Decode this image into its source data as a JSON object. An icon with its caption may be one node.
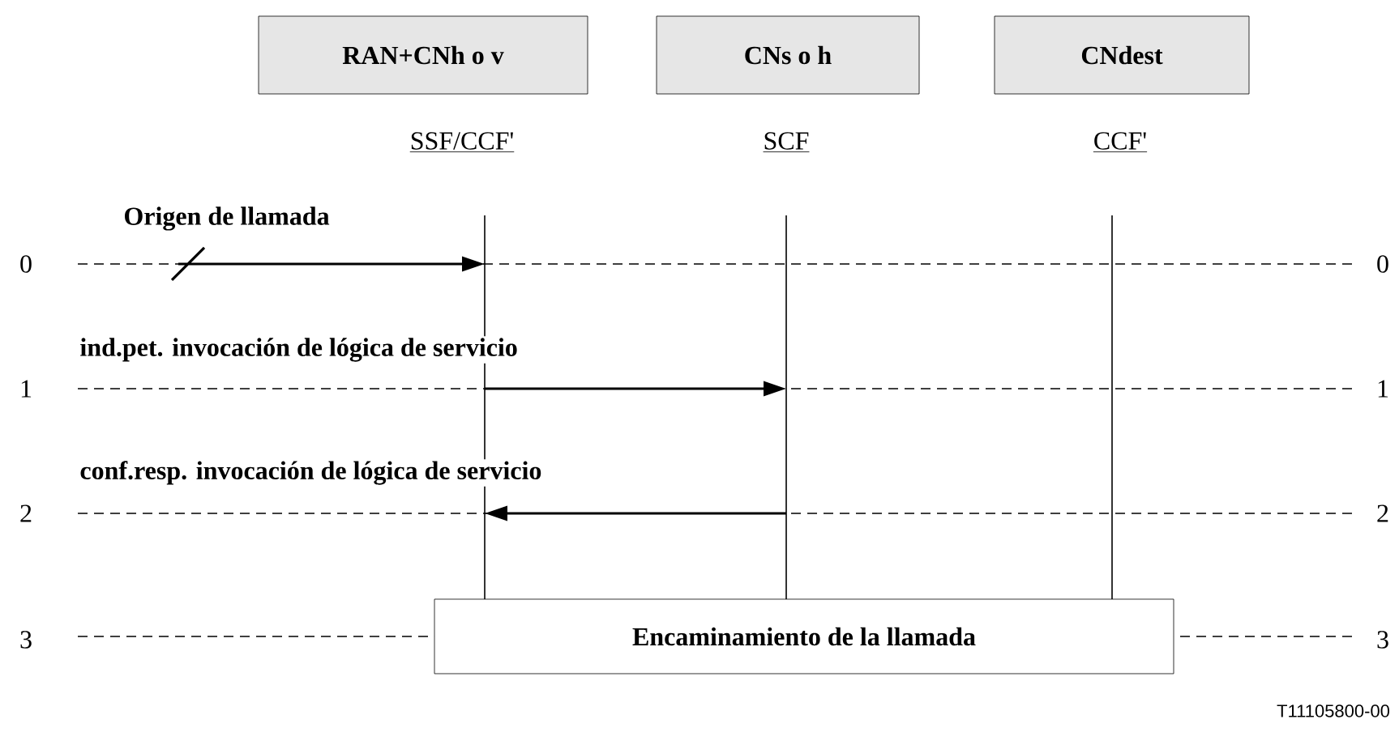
{
  "diagram": {
    "nodes": [
      {
        "text": [
          "RAN+CNh o v"
        ]
      },
      {
        "text": [
          "CNs o h"
        ]
      },
      {
        "text": [
          "CNdest"
        ]
      },
      {
        "text": [
          "SSF/CCF'"
        ]
      },
      {
        "text": [
          "SCF"
        ]
      },
      {
        "text": [
          "CCF'"
        ]
      },
      {
        "text": [
          "Encaminamiento de la llamada"
        ]
      }
    ],
    "edges": [
      {
        "from": null,
        "to": 3,
        "arrow": "to",
        "label": "Origen de llamada"
      },
      {
        "from": 3,
        "to": 4,
        "arrow": "to",
        "label": "ind.pet. invocación de lógica de servicio"
      },
      {
        "from": 4,
        "to": 3,
        "arrow": "to",
        "label": "conf.resp. invocación de lógica de servicio"
      }
    ],
    "labels": [
      "0",
      "0",
      "1",
      "1",
      "2",
      "2",
      "3",
      "3",
      "T11105800-00"
    ]
  }
}
